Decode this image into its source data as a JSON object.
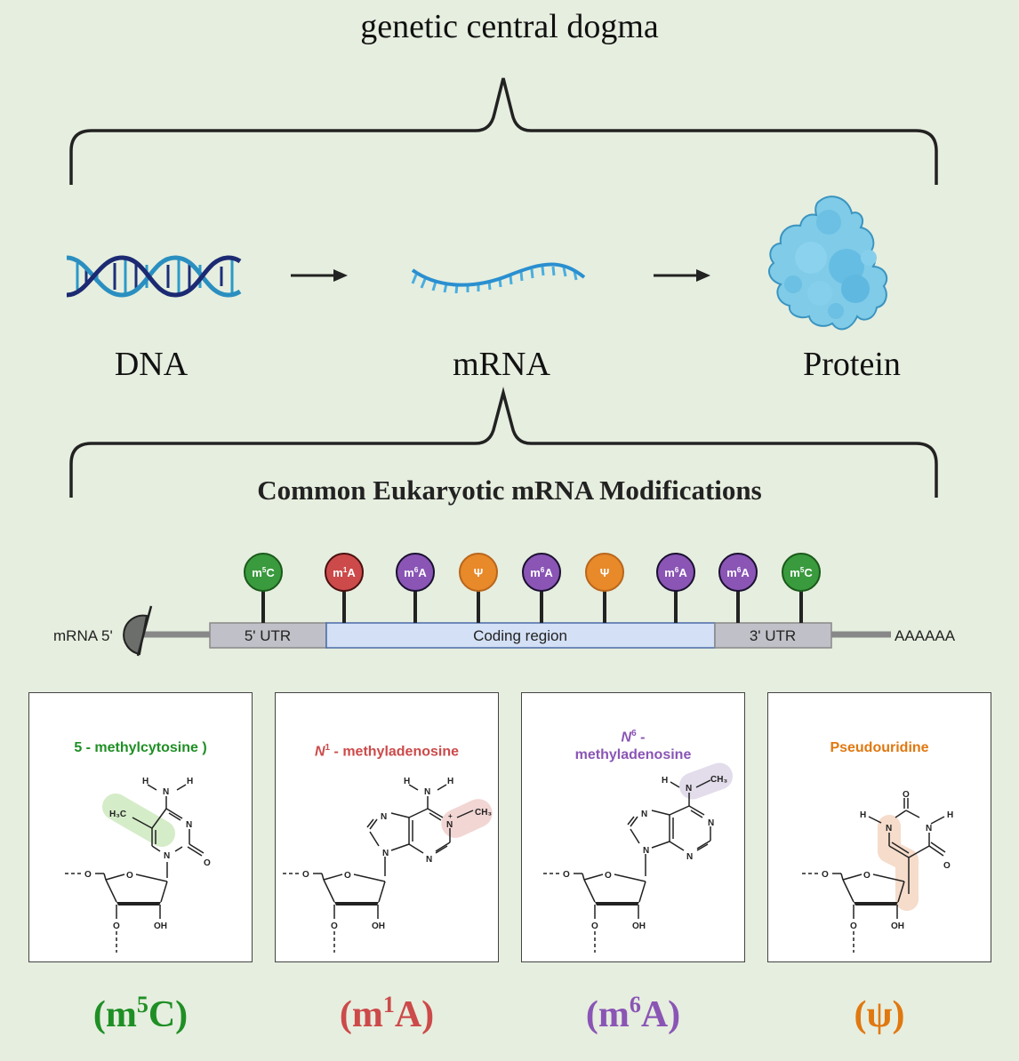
{
  "header": {
    "title": "genetic central dogma"
  },
  "dogma": {
    "stages": [
      {
        "label": "DNA",
        "icon": "dna-double-helix"
      },
      {
        "label": "mRNA",
        "icon": "mrna-strand"
      },
      {
        "label": "Protein",
        "icon": "protein-blob"
      }
    ],
    "arrow_icon": "right-arrow"
  },
  "section": {
    "title": "Common Eukaryotic mRNA Modifications"
  },
  "mrna_map": {
    "label": "mRNA",
    "five_prime": "5'",
    "cap_icon": "5-prime-cap",
    "regions": {
      "utr5": "5' UTR",
      "coding": "Coding region",
      "utr3": "3' UTR"
    },
    "poly_a": "AAAAAA",
    "markers": [
      {
        "base": "m",
        "sup": "5",
        "tail": "C",
        "type": "m5C"
      },
      {
        "base": "m",
        "sup": "1",
        "tail": "A",
        "type": "m1A"
      },
      {
        "base": "m",
        "sup": "6",
        "tail": "A",
        "type": "m6A"
      },
      {
        "base": "Ψ",
        "sup": "",
        "tail": "",
        "type": "psi"
      },
      {
        "base": "m",
        "sup": "6",
        "tail": "A",
        "type": "m6A"
      },
      {
        "base": "Ψ",
        "sup": "",
        "tail": "",
        "type": "psi"
      },
      {
        "base": "m",
        "sup": "6",
        "tail": "A",
        "type": "m6A"
      },
      {
        "base": "m",
        "sup": "6",
        "tail": "A",
        "type": "m6A"
      },
      {
        "base": "m",
        "sup": "5",
        "tail": "C",
        "type": "m5C"
      }
    ]
  },
  "colors": {
    "background": "#e6eedf",
    "m5C": "#3a9a3e",
    "m1A": "#cc4a4a",
    "m6A": "#8a55b5",
    "psi": "#e8892a",
    "m5C_text": "#1f8f25",
    "m1A_text": "#cc4a4a",
    "m6A_text": "#8a55b5",
    "psi_text": "#e07810",
    "utr_fill": "#c0c0c8",
    "coding_fill": "#d3e0f5"
  },
  "modifications": [
    {
      "name_prefix": "",
      "name_sup": "",
      "name": "5 - methylcytosine )",
      "abbr_open": "(m",
      "abbr_sup": "5",
      "abbr_close": "C)",
      "atoms": {
        "H1": "H",
        "N_amine": "N",
        "H2": "H",
        "methyl": "H₃C",
        "N3": "N",
        "N1": "N",
        "O2": "O"
      }
    },
    {
      "name_prefix": "N",
      "name_sup": "1",
      "name": " - methyladenosine",
      "abbr_open": "(m",
      "abbr_sup": "1",
      "abbr_close": "A)",
      "atoms": {
        "H1": "H",
        "N_amine": "N",
        "H2": "H",
        "N_plus": "N",
        "plus": "+",
        "methyl": "CH₃",
        "N7": "N",
        "N9": "N",
        "N3": "N"
      }
    },
    {
      "name_prefix": "N",
      "name_sup": "6",
      "name_line1_tail": " -",
      "name": "methyladenosine",
      "abbr_open": "(m",
      "abbr_sup": "6",
      "abbr_close": "A)",
      "atoms": {
        "H1": "H",
        "N_amine": "N",
        "methyl": "CH₃",
        "N1": "N",
        "N7": "N",
        "N9": "N",
        "N3": "N"
      }
    },
    {
      "name_prefix": "",
      "name_sup": "",
      "name": "Pseudouridine",
      "abbr_open": "(",
      "abbr_sup": "",
      "abbr_close": "ψ)",
      "atoms": {
        "O_top": "O",
        "H1": "H",
        "N1": "N",
        "N3": "N",
        "H3": "H",
        "O4": "O"
      }
    }
  ],
  "ribose": {
    "O5": "O",
    "O_ring": "O",
    "O3": "O",
    "OH": "OH"
  }
}
